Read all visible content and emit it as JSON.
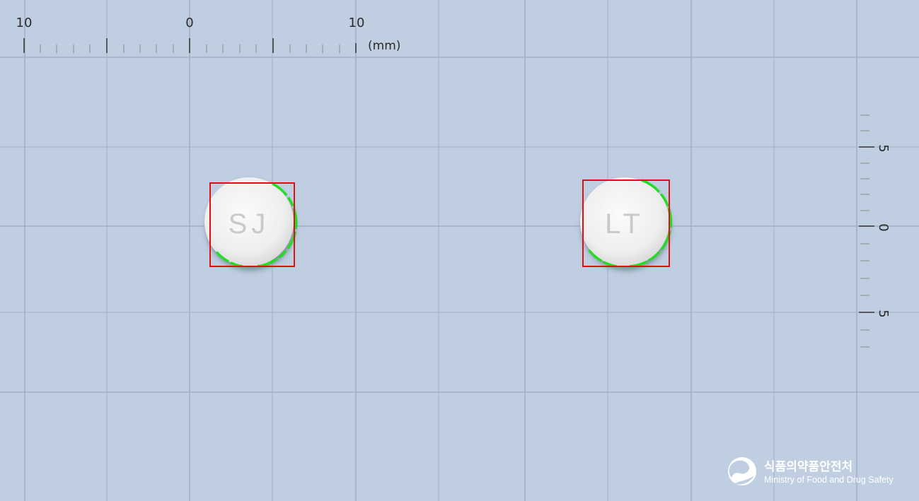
{
  "top_ruler": {
    "labels": [
      "10",
      "0",
      "10"
    ],
    "unit": "(mm)"
  },
  "side_ruler": {
    "labels": [
      "5",
      "0",
      "5"
    ]
  },
  "tablets": [
    {
      "imprint": "SJ"
    },
    {
      "imprint": "LT"
    }
  ],
  "logo": {
    "name_kr": "식품의약품안전처",
    "name_en": "Ministry of Food and Drug Safety"
  },
  "colors": {
    "background": "#bfcfe1",
    "grid_line": "#9fb1c6",
    "bounding_box": "#e01010",
    "contour": "#22dd22",
    "tablet": "#eeeeee"
  }
}
